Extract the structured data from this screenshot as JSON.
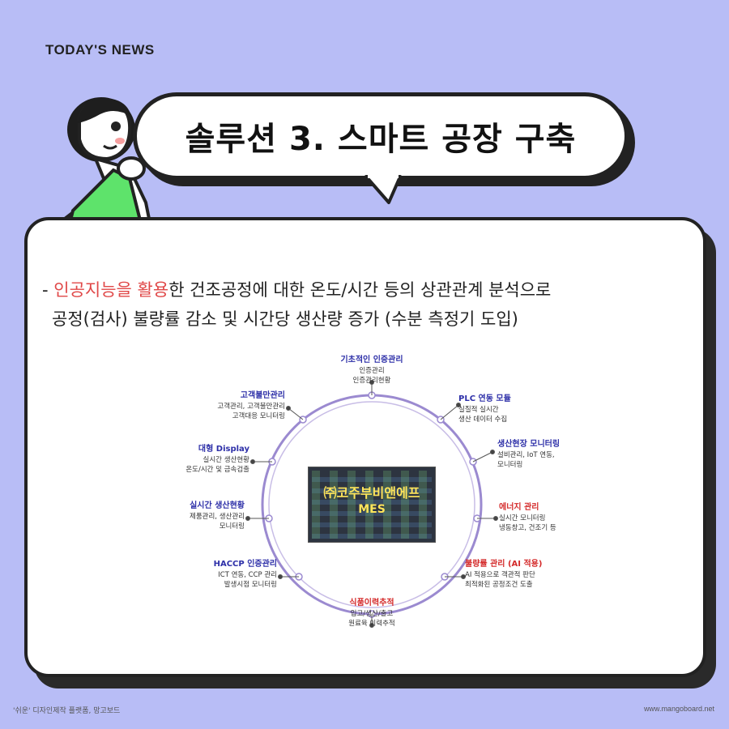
{
  "header": {
    "tag": "TODAY'S NEWS"
  },
  "bubble": {
    "title": "솔루션 3. 스마트 공장 구축"
  },
  "content": {
    "prefix": "- ",
    "highlight": "인공지능을 활용",
    "line1_rest": "한 건조공정에 대한 온도/시간 등의 상관관계 분석으로",
    "line2": "공정(검사) 불량률 감소 및 시간당 생산량 증가 (수분 측정기 도입)"
  },
  "diagram": {
    "center_title": "㈜코주부비앤에프",
    "center_sub": "MES",
    "nodes": {
      "top": {
        "title": "기초적인 인증관리",
        "l1": "인증관리",
        "l2": "인증관리현황"
      },
      "plc": {
        "title": "PLC 연동 모듈",
        "l1": "실질적 실시간",
        "l2": "생산 데이터 수집"
      },
      "site": {
        "title": "생산현장 모니터링",
        "l1": "설비관리, IoT 연동,",
        "l2": "모니터링"
      },
      "energy": {
        "title": "에너지 관리",
        "l1": "실시간 모니터링",
        "l2": "냉동창고, 건조기 등"
      },
      "defect": {
        "title": "불량률 관리 (AI 적용)",
        "l1": "AI 적용으로 객관적 판단",
        "l2": "최적화된 공정조건 도출"
      },
      "trace": {
        "title": "식품이력추적",
        "l1": "입고/생산/출고",
        "l2": "원료육 이력추적"
      },
      "haccp": {
        "title": "HACCP 인증관리",
        "l1": "ICT 연동, CCP 관리",
        "l2": "발생시점 모니터링"
      },
      "status": {
        "title": "실시간 생산현황",
        "l1": "제품관리, 생산관리",
        "l2": "모니터링"
      },
      "display": {
        "title": "대형 Display",
        "l1": "실시간 생산현황",
        "l2": "온도/시간 및 금속검출"
      },
      "complaint": {
        "title": "고객불만관리",
        "l1": "고객관리, 고객불만관리",
        "l2": "고객대응 모니터링"
      }
    }
  },
  "footer": {
    "left": "'쉬운' 디자인제작 플랫폼, 망고보드",
    "right": "www.mangoboard.net"
  },
  "colors": {
    "background": "#b8bdf6",
    "accent_red": "#e04848",
    "diagram_blue": "#2d2fa8",
    "circle": "#9b8ad0"
  }
}
